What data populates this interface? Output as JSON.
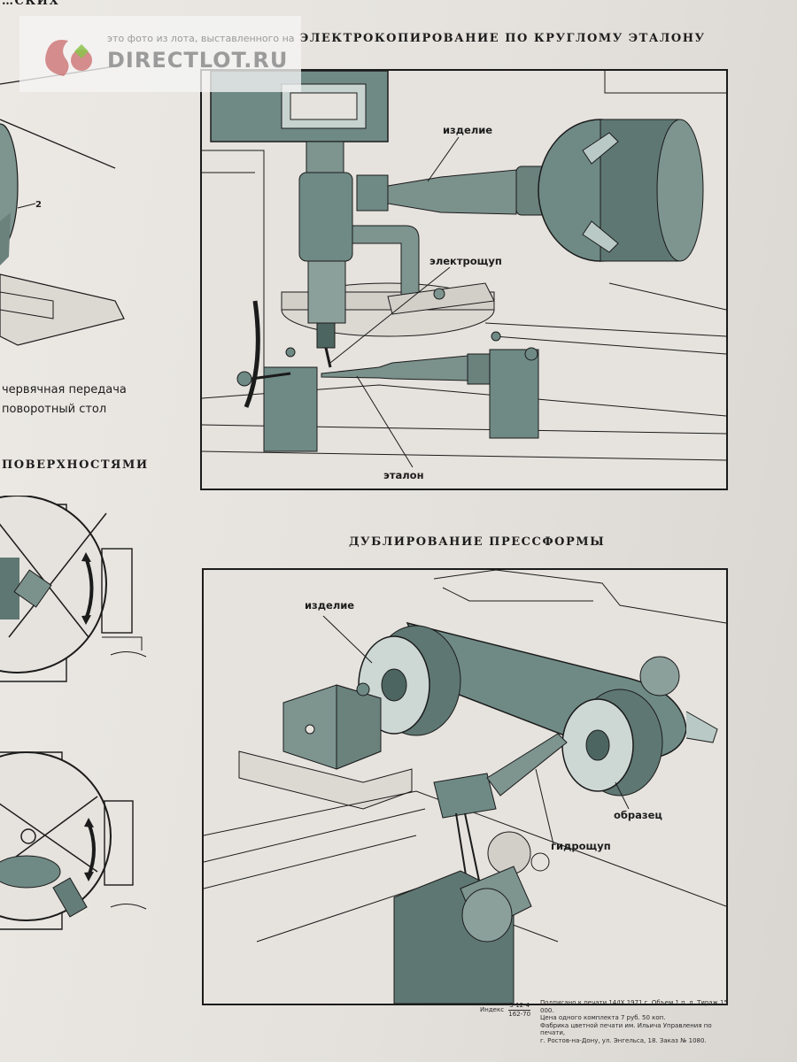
{
  "watermark": {
    "caption": "это фото из лота, выставленного на",
    "brand": "DIRECTLOT",
    "domain": ".RU"
  },
  "left_column": {
    "partial_top_title": "…СКИХ",
    "part_number": "2",
    "legend_worm": "червячная передача",
    "legend_table": "поворотный стол",
    "section_title_partial": "ПОВЕРХНОСТЯМИ"
  },
  "panel_top": {
    "title": "ЭЛЕКТРОКОПИРОВАНИЕ ПО КРУГЛОМУ ЭТАЛОНУ",
    "label_workpiece": "изделие",
    "label_probe": "электрощуп",
    "label_master": "эталон"
  },
  "panel_bottom": {
    "title": "ДУБЛИРОВАНИЕ ПРЕССФОРМЫ",
    "label_workpiece": "изделие",
    "label_sample": "образец",
    "label_probe": "гидрощуп"
  },
  "imprint": {
    "index_label": "Индекс",
    "index_top": "3-12-4",
    "index_bottom": "162-70",
    "line1": "Подписано к печати 14/IX 1971 г. Объем 1 п. л. Тираж 15 000.",
    "line2": "Цена одного комплекта 7 руб. 50 коп.",
    "line3": "Фабрика цветной печати им. Ильича Управления по печати,",
    "line4": "г. Ростов-на-Дону, ул. Энгельса, 18. Заказ № 1080."
  },
  "colors": {
    "paper": "#e9e6e1",
    "ink": "#1b1b1b",
    "machine": "#6f8a85",
    "machine_dark": "#3f5753",
    "machine_light": "#b9c9c5"
  }
}
